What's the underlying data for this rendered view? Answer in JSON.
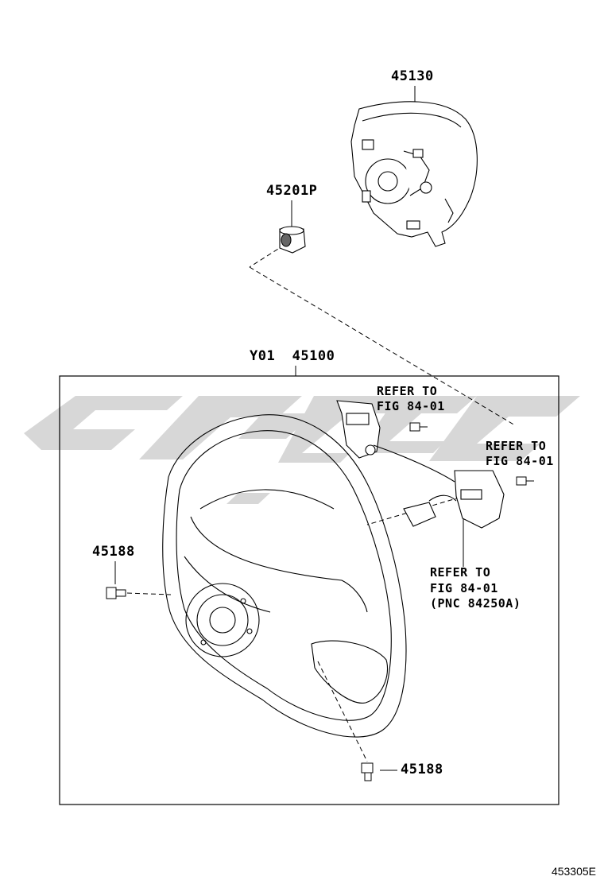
{
  "parts": {
    "pad": "45130",
    "nut": "45201P",
    "wheel": "Y01  45100",
    "screw_left": "45188",
    "screw_bottom": "45188"
  },
  "references": {
    "ref1": [
      "REFER TO",
      "FIG 84-01"
    ],
    "ref2": [
      "REFER TO",
      "FIG 84-01"
    ],
    "ref3": [
      "REFER TO",
      "FIG 84-01",
      "(PNC 84250A)"
    ]
  },
  "figure_id": "453305E",
  "colors": {
    "line": "#000000",
    "watermark": "#d4d4d4"
  }
}
